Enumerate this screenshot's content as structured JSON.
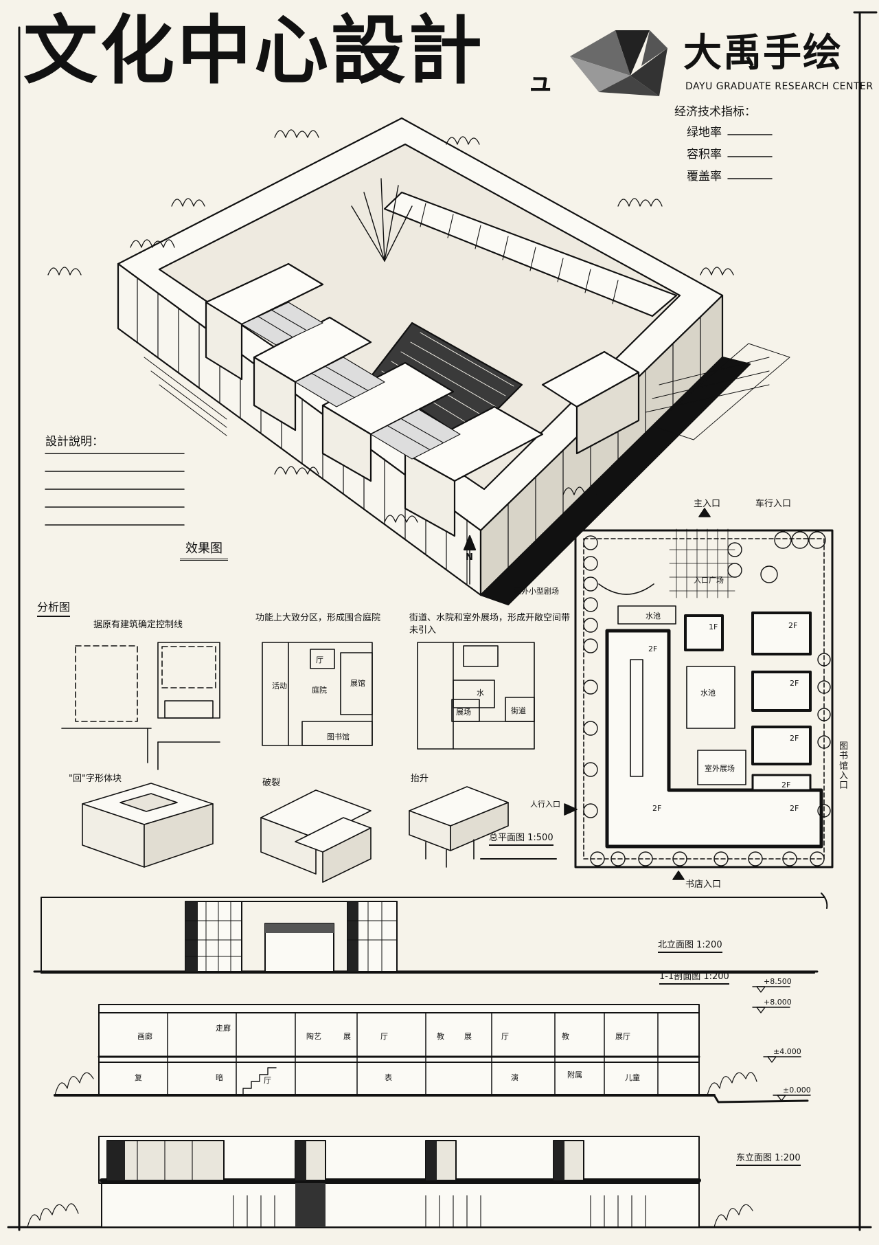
{
  "header": {
    "title": "文化中心設計",
    "title_mark": "ュ",
    "brand": {
      "name": "大禹手绘",
      "subtitle": "DAYU GRADUATE RESEARCH CENTER"
    }
  },
  "tech_indicators": {
    "heading": "经济技术指标：",
    "items": [
      "绿地率",
      "容积率",
      "覆盖率"
    ]
  },
  "design_notes": {
    "heading": "設計說明："
  },
  "perspective": {
    "caption": "效果图",
    "north": "N"
  },
  "analysis": {
    "heading": "分析图",
    "diagrams": [
      {
        "caption": "据原有建筑确定控制线"
      },
      {
        "caption": "功能上大致分区，形成围合庭院",
        "labels": [
          "厅",
          "活动",
          "庭院",
          "展馆",
          "图书馆"
        ]
      },
      {
        "caption": "街道、水院和室外展场，形成开敞空间带",
        "caption_2": "未引入",
        "labels": [
          "水",
          "展场",
          "街道"
        ]
      }
    ],
    "massing": [
      {
        "caption": "\"回\"字形体块"
      },
      {
        "caption": "破裂"
      },
      {
        "caption": "抬升"
      }
    ]
  },
  "site_plan": {
    "caption": "总平面图 1:500",
    "entrances": [
      "主入口",
      "车行入口",
      "人行入口",
      "书店入口"
    ],
    "library_entrance": "图书馆入口",
    "labels": [
      "室外小型剧场",
      "水池",
      "水池",
      "室外展场",
      "入口广场"
    ],
    "floors": [
      "1F",
      "2F",
      "2F",
      "2F",
      "2F",
      "2F",
      "2F",
      "2F"
    ]
  },
  "north_elevation": {
    "caption": "北立面图 1:200"
  },
  "section": {
    "caption": "1-1剖面图 1:200",
    "levels": [
      "+8.500",
      "+8.000",
      "±4.000",
      "±0.000"
    ],
    "upper_rooms": [
      "画廊",
      "走廊",
      "",
      "陶艺",
      "展",
      "厅",
      "教",
      "展",
      "厅",
      "教",
      "展厅"
    ],
    "lower_rooms": [
      "复",
      "",
      "暗",
      "厅",
      "",
      "表",
      "",
      "演",
      "附属",
      "儿童"
    ]
  },
  "east_elevation": {
    "caption": "东立面图 1:200"
  }
}
